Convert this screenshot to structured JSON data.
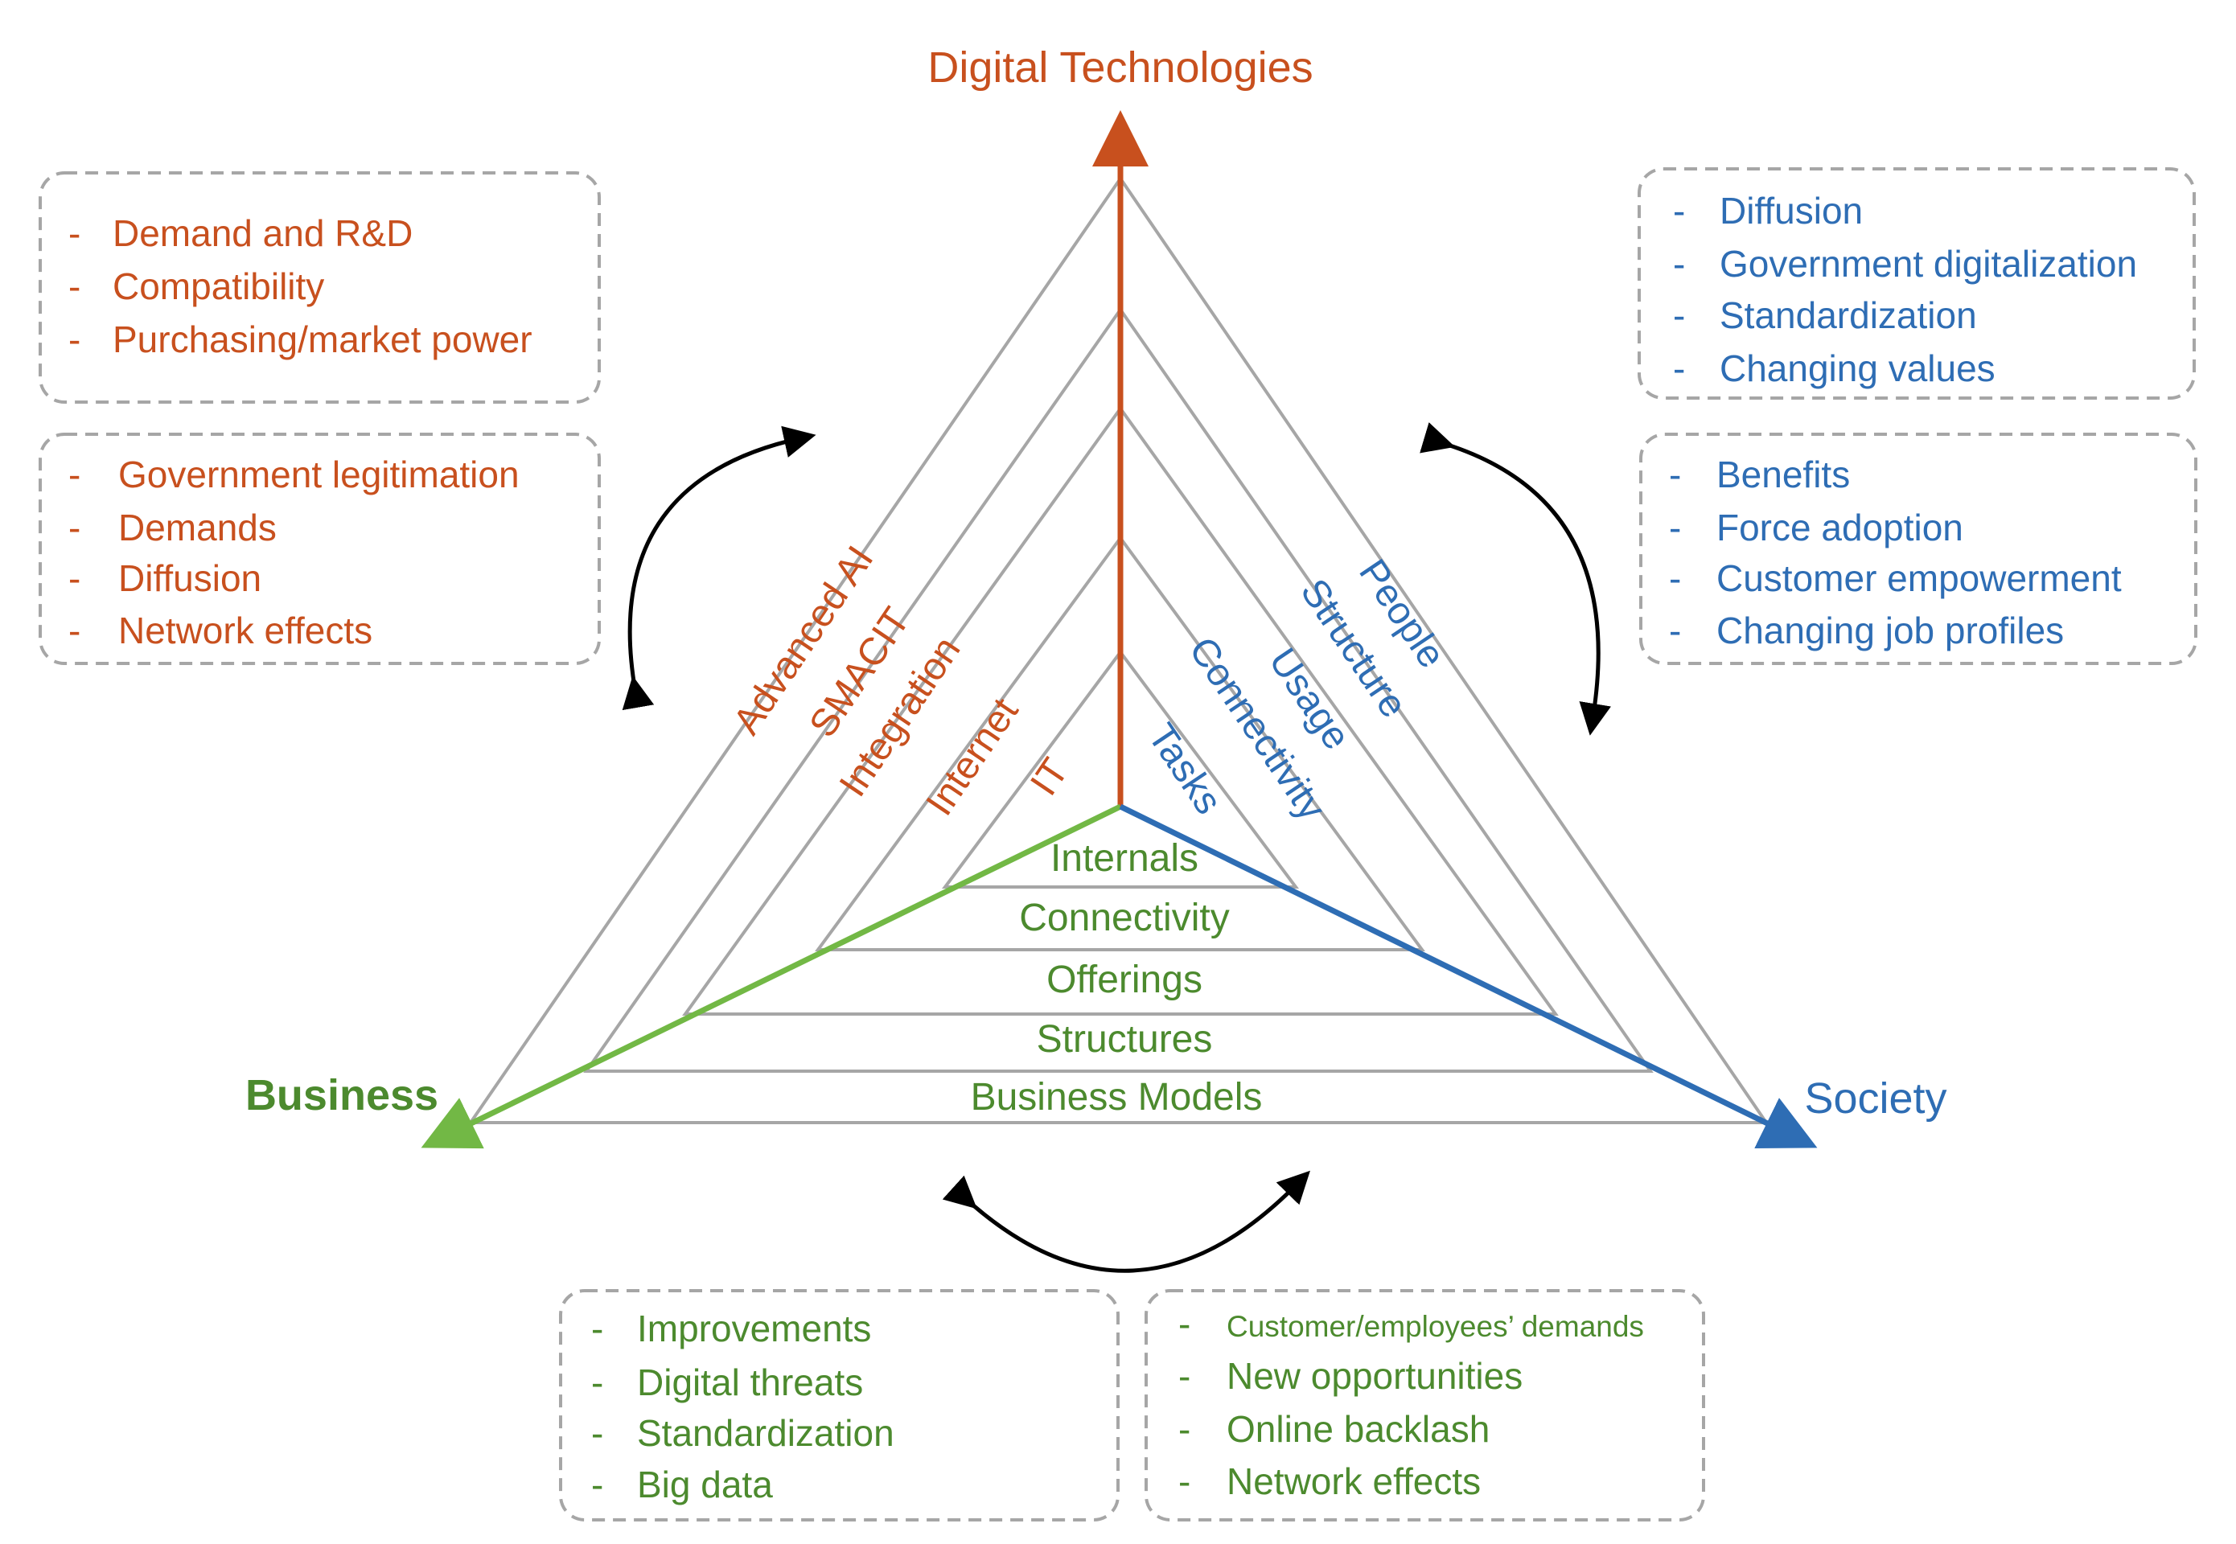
{
  "colors": {
    "technology": "#c8501e",
    "business": "#4c8a2e",
    "society": "#2e6db4",
    "business_axis": "#72b845",
    "grid": "#a6a6a6",
    "box_border": "#a6a6a6",
    "curved_arrow": "#000000"
  },
  "axes": {
    "technology": "Digital Technologies",
    "business": "Business",
    "society": "Society"
  },
  "technology_levels": [
    "IT",
    "Internet",
    "Integration",
    "SMACIT",
    "Advanced AI"
  ],
  "society_levels": [
    "Tasks",
    "Connectivity",
    "Usage",
    "Structure",
    "People"
  ],
  "business_levels": [
    "Internals",
    "Connectivity",
    "Offerings",
    "Structures",
    "Business Models"
  ],
  "boxes": {
    "top_left": {
      "items": [
        "Demand and R&D",
        "Compatibility",
        "Purchasing/market power"
      ]
    },
    "mid_left": {
      "items": [
        "Government legitimation",
        "Demands",
        "Diffusion",
        "Network effects"
      ]
    },
    "top_right": {
      "items": [
        "Diffusion",
        "Government digitalization",
        "Standardization",
        "Changing values"
      ]
    },
    "mid_right": {
      "items": [
        "Benefits",
        "Force adoption",
        "Customer empowerment",
        "Changing job profiles"
      ]
    },
    "bottom_left": {
      "items": [
        "Improvements",
        "Digital threats",
        "Standardization",
        "Big data"
      ]
    },
    "bottom_right": {
      "items_small": [
        "Customer/employees’ demands"
      ],
      "items": [
        "New opportunities",
        "Online backlash",
        "Network effects"
      ]
    }
  },
  "bullet": "-"
}
